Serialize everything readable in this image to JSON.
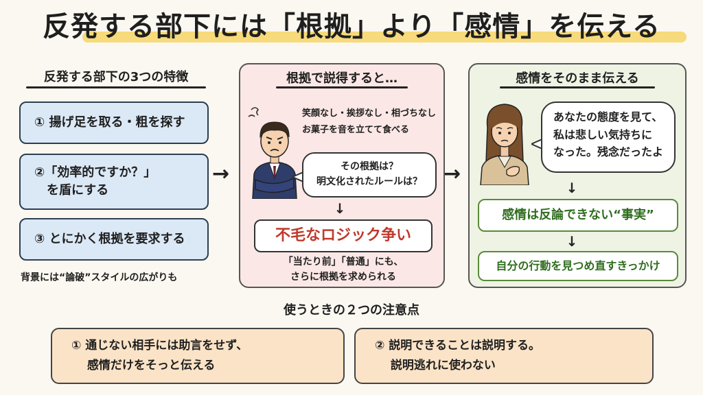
{
  "title": "反発する部下には「根拠」より「感情」を伝える",
  "left": {
    "heading": "反発する部下の3つの特徴",
    "traits": [
      {
        "line1": "① 揚げ足を取る・粗を探す",
        "line2": ""
      },
      {
        "line1": "②「効率的ですか？」",
        "line2": "　を盾にする"
      },
      {
        "line1": "③ とにかく根拠を要求する",
        "line2": ""
      }
    ],
    "note": "背景には“論破”スタイルの広がりも"
  },
  "middle": {
    "heading": "根拠で説得すると…",
    "note_line1": "笑顔なし・挨拶なし・相づちなし",
    "note_line2": "お菓子を音を立てて食べる",
    "bubble_line1": "その根拠は？",
    "bubble_line2": "明文化されたルールは？",
    "result": "不毛なロジック争い",
    "footnote_line1": "「当たり前」「普通」にも、",
    "footnote_line2": "さらに根拠を求められる"
  },
  "right": {
    "heading": "感情をそのまま伝える",
    "bubble_line1": "あなたの態度を見て、",
    "bubble_line2": "私は悲しい気持ちに",
    "bubble_line3": "なった。残念だったよ",
    "box1": "感情は反論できない“事実”",
    "box2": "自分の行動を見つめ直すきっかけ"
  },
  "bottom": {
    "heading": "使うときの２つの注意点",
    "cautions": [
      {
        "line1": "① 通じない相手には助言をせず、",
        "line2": "　 感情だけをそっと伝える"
      },
      {
        "line1": "② 説明できることは説明する。",
        "line2": "　 説明逃れに使わない"
      }
    ]
  },
  "colors": {
    "title_highlight": "#f5d66e",
    "trait_fill": "#dbe8f6",
    "middle_panel": "#fbe8e6",
    "right_panel": "#eef3e4",
    "caution_fill": "#fbe3c7",
    "alert_red": "#c0392b",
    "positive_green": "#2f6d1e"
  },
  "icons": [
    "right-arrow-icon",
    "down-arrow-icon",
    "frustrated-man-illustration",
    "sad-woman-illustration"
  ]
}
